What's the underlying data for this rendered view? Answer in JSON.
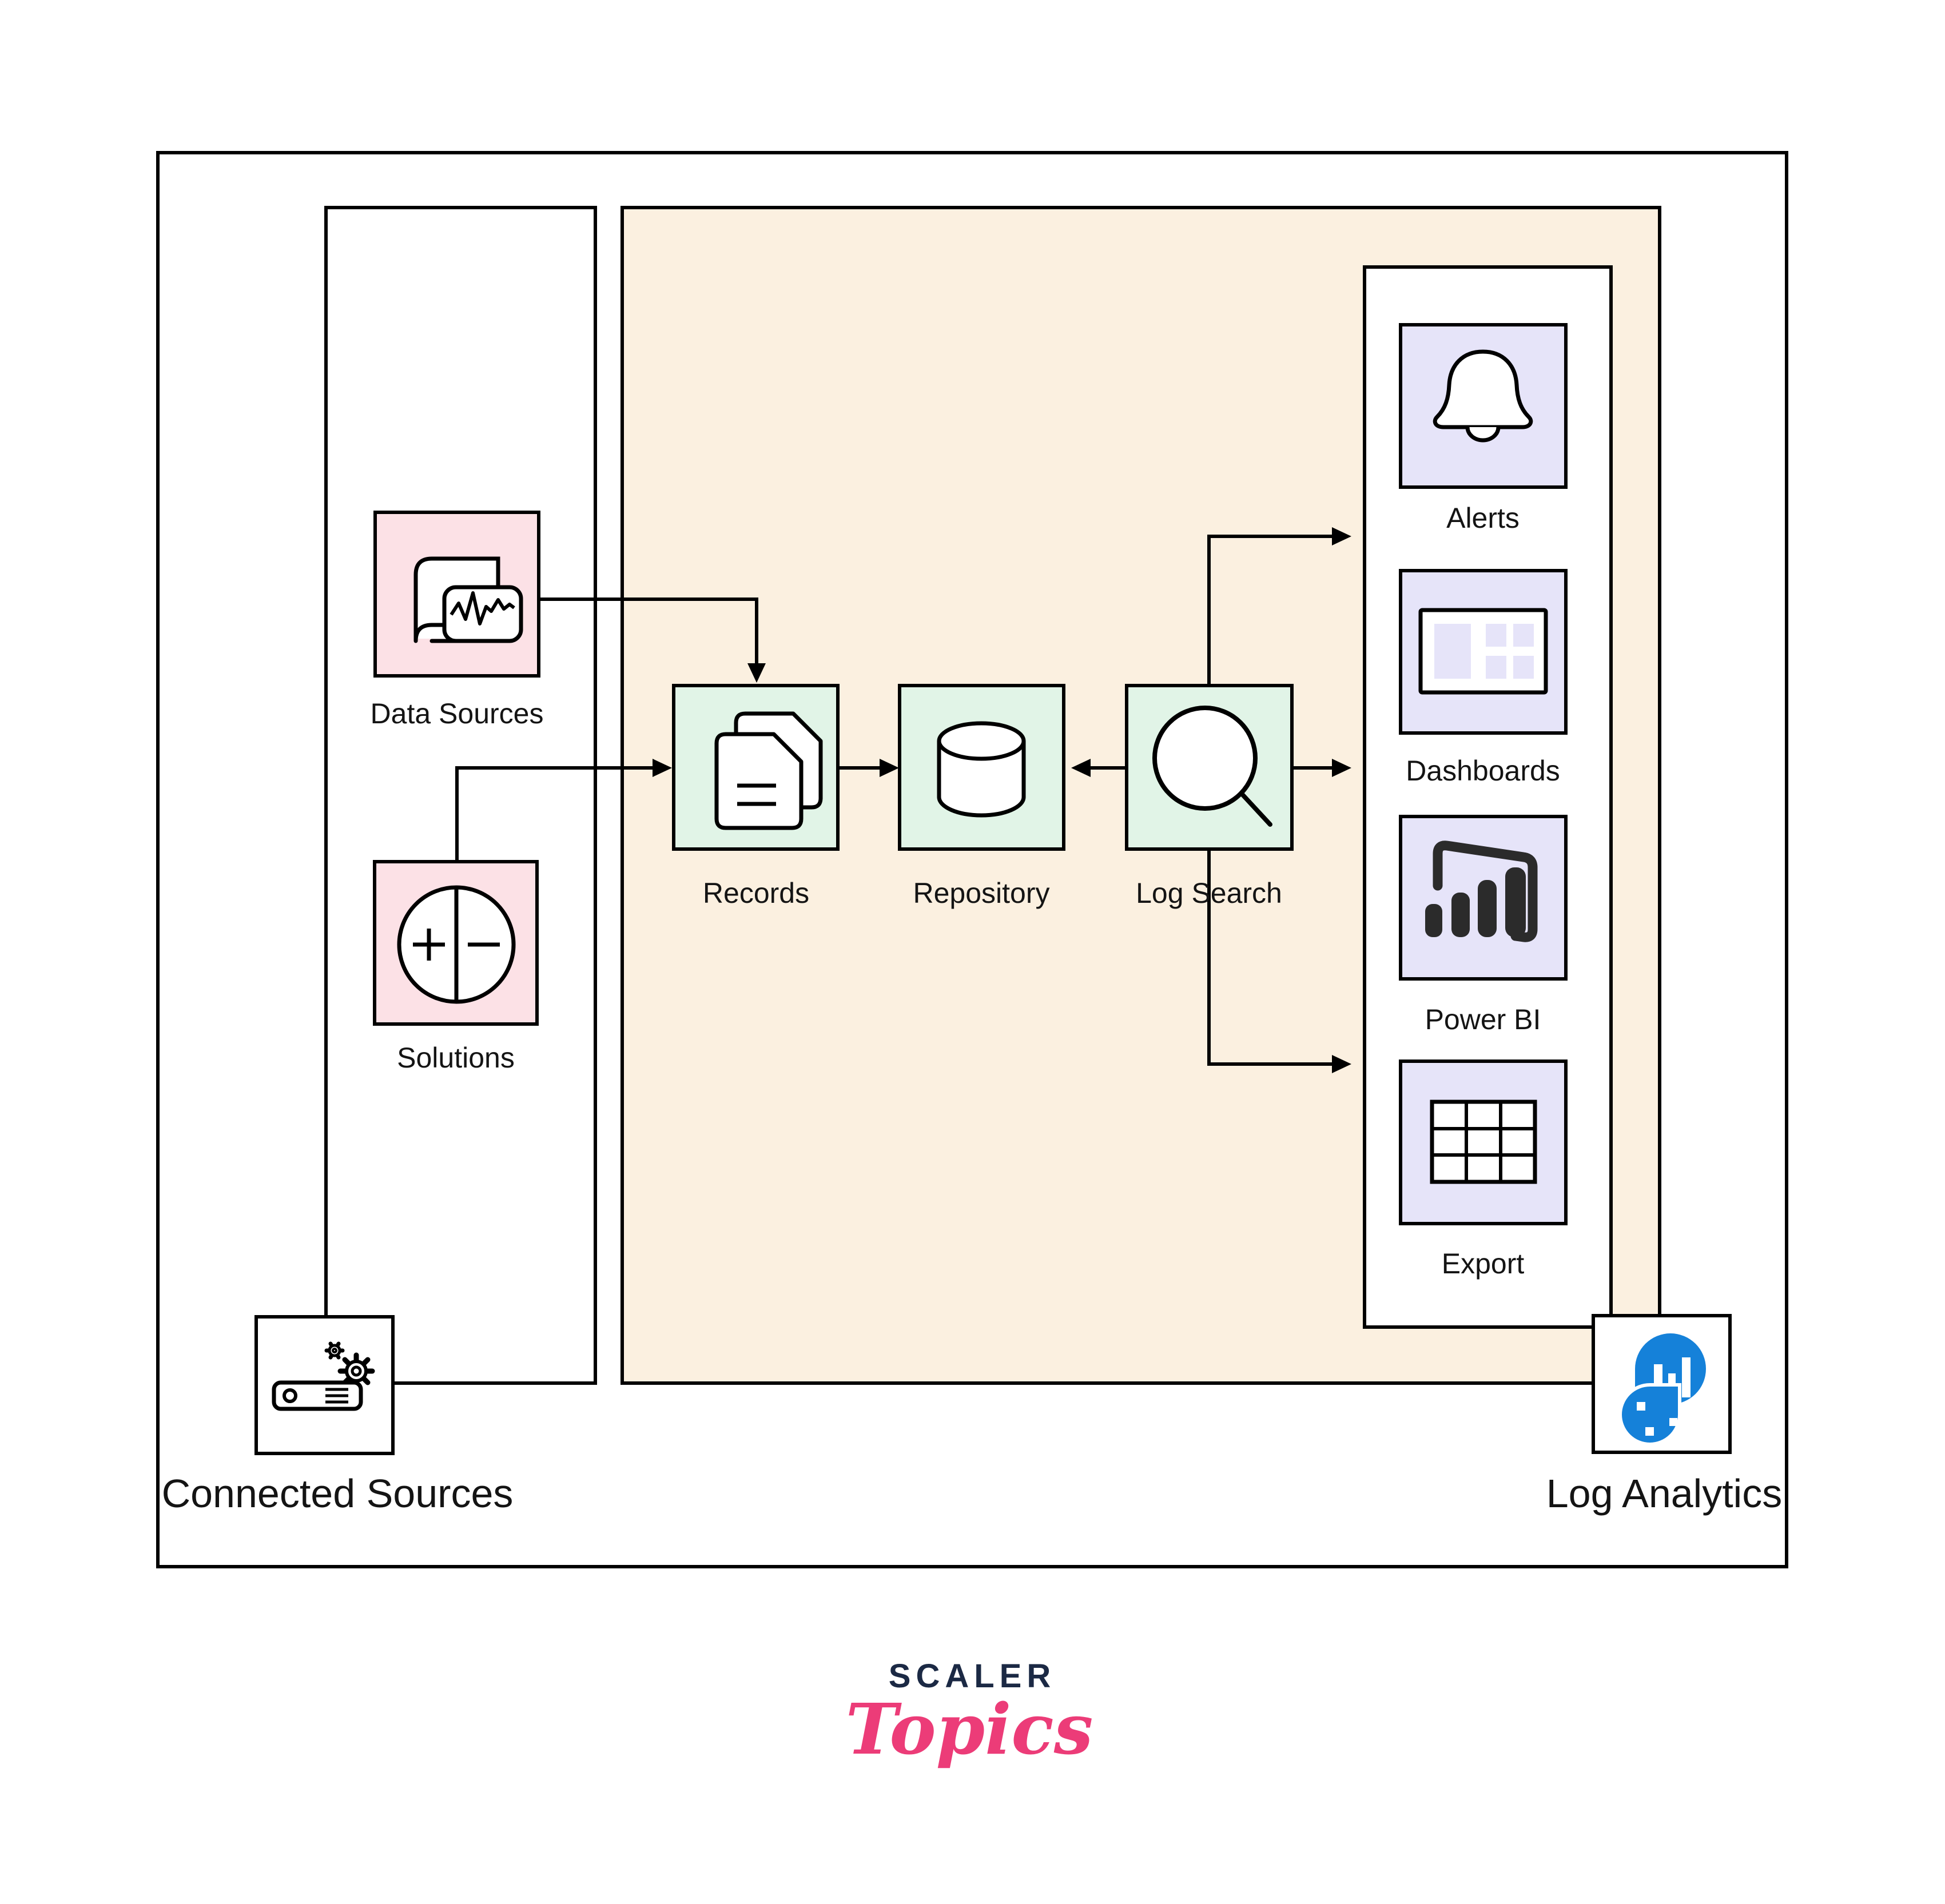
{
  "colors": {
    "pink": "#fce1e6",
    "green": "#e1f4e7",
    "lavender": "#e6e4f9",
    "beige": "#fbf0e0",
    "line": "#000000",
    "blue": "#1581d9",
    "brand-navy": "#1b2944",
    "brand-pink": "#ec3c78"
  },
  "nodes": {
    "data_sources": {
      "label": "Data Sources",
      "icon": "book-waveform-icon"
    },
    "solutions": {
      "label": "Solutions",
      "icon": "plus-minus-circle-icon"
    },
    "records": {
      "label": "Records",
      "icon": "documents-icon"
    },
    "repository": {
      "label": "Repository",
      "icon": "database-cylinder-icon"
    },
    "log_search": {
      "label": "Log Search",
      "icon": "magnifier-icon"
    },
    "alerts": {
      "label": "Alerts",
      "icon": "bell-icon"
    },
    "dashboards": {
      "label": "Dashboards",
      "icon": "dashboard-tiles-icon"
    },
    "power_bi": {
      "label": "Power BI",
      "icon": "power-bi-icon"
    },
    "export": {
      "label": "Export",
      "icon": "table-grid-icon"
    },
    "connected_sources": {
      "label": "Connected Sources",
      "icon": "server-gears-icon"
    },
    "log_analytics": {
      "label": "Log Analytics",
      "icon": "log-analytics-logo-icon"
    }
  },
  "logo": {
    "brand": "SCALER",
    "subtitle": "Topics"
  }
}
